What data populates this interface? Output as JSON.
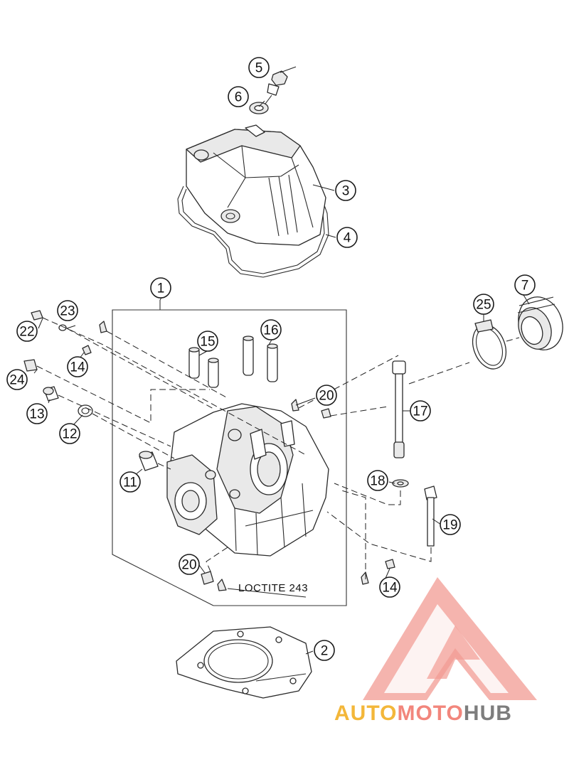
{
  "callouts": {
    "c1": "1",
    "c2": "2",
    "c3": "3",
    "c4": "4",
    "c5": "5",
    "c6": "6",
    "c7": "7",
    "c11": "11",
    "c12": "12",
    "c13": "13",
    "c14a": "14",
    "c14b": "14",
    "c15": "15",
    "c16": "16",
    "c17": "17",
    "c18": "18",
    "c19": "19",
    "c20a": "20",
    "c20b": "20",
    "c22": "22",
    "c23": "23",
    "c24": "24",
    "c25": "25"
  },
  "note": "LOCTITE 243",
  "watermark": {
    "part1": "AUTO",
    "part2": "MOTO",
    "part3": "HUB",
    "color1": "#f3b73a",
    "color2": "#f2867c",
    "color3": "#7d7d7d",
    "logo_color": "#f08a80"
  }
}
